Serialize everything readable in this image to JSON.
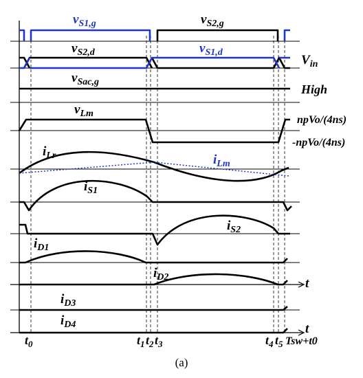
{
  "signals": {
    "vs1g": {
      "base": "v",
      "sub": "S1,g",
      "color": "#1f35c9"
    },
    "vs2g": {
      "base": "v",
      "sub": "S2,g",
      "color": "#000000"
    },
    "vs2d": {
      "base": "v",
      "sub": "S2,d",
      "color": "#000000"
    },
    "vs1d": {
      "base": "v",
      "sub": "S1,d",
      "color": "#1f35c9"
    },
    "vin": {
      "base": "V",
      "sub": "in"
    },
    "vsacg": {
      "base": "v",
      "sub": "Sac,g"
    },
    "high": {
      "text": "High"
    },
    "vlm": {
      "base": "v",
      "sub": "Lm"
    },
    "pos_level": {
      "text": "npVo/(4ns)"
    },
    "neg_level": {
      "text": "-npVo/(4ns)"
    },
    "ilr": {
      "base": "i",
      "sub": "Lr"
    },
    "ilm": {
      "base": "i",
      "sub": "Lm",
      "color": "#1f35c9"
    },
    "is1": {
      "base": "i",
      "sub": "S1"
    },
    "is2": {
      "base": "i",
      "sub": "S2"
    },
    "id1": {
      "base": "i",
      "sub": "D1"
    },
    "id2": {
      "base": "i",
      "sub": "D2"
    },
    "id3": {
      "base": "i",
      "sub": "D3"
    },
    "id4": {
      "base": "i",
      "sub": "D4"
    }
  },
  "axis": {
    "time_label": "t"
  },
  "time_markers": {
    "t0": {
      "base": "t",
      "sub": "0"
    },
    "t1": {
      "base": "t",
      "sub": "1"
    },
    "t2": {
      "base": "t",
      "sub": "2"
    },
    "t3": {
      "base": "t",
      "sub": "3"
    },
    "t4": {
      "base": "t",
      "sub": "4"
    },
    "t5": {
      "base": "t",
      "sub": "5"
    },
    "tsw": {
      "text": "Tsw+t0"
    }
  },
  "caption": "(a)"
}
